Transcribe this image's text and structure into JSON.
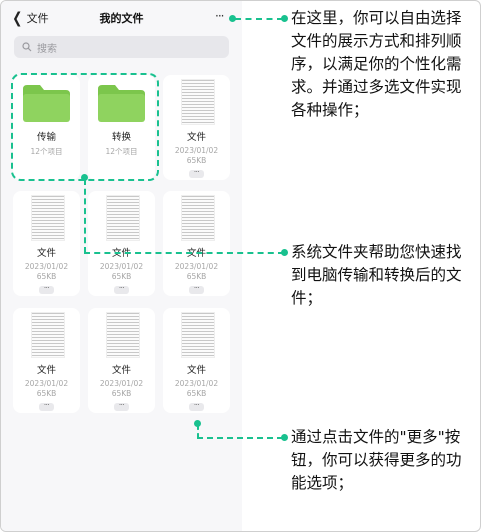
{
  "nav": {
    "back_label": "文件",
    "title": "我的文件",
    "more": "···"
  },
  "search": {
    "placeholder": "搜索"
  },
  "cards": [
    {
      "name": "传输",
      "sub1": "12个项目",
      "type": "folder"
    },
    {
      "name": "转换",
      "sub1": "12个项目",
      "type": "folder"
    },
    {
      "name": "文件",
      "sub1": "2023/01/02",
      "sub2": "65KB",
      "type": "file"
    },
    {
      "name": "文件",
      "sub1": "2023/01/02",
      "sub2": "65KB",
      "type": "file"
    },
    {
      "name": "文件",
      "sub1": "2023/01/02",
      "sub2": "65KB",
      "type": "file"
    },
    {
      "name": "文件",
      "sub1": "2023/01/02",
      "sub2": "65KB",
      "type": "file"
    },
    {
      "name": "文件",
      "sub1": "2023/01/02",
      "sub2": "65KB",
      "type": "file"
    },
    {
      "name": "文件",
      "sub1": "2023/01/02",
      "sub2": "65KB",
      "type": "file"
    },
    {
      "name": "文件",
      "sub1": "2023/01/02",
      "sub2": "65KB",
      "type": "file"
    }
  ],
  "card_more": "···",
  "annotations": {
    "sort": "在这里，你可以自由选择文件的展示方式和排列顺序，以满足你的个性化需求。并通过多选文件实现各种操作；",
    "folders": "系统文件夹帮助您快速找到电脑传输和转换后的文件；",
    "more": "通过点击文件的\"更多\"按钮，你可以获得更多的功能选项；"
  },
  "colors": {
    "accent": "#19c18f",
    "folder": "#8fd35f",
    "folder_tab": "#7cc64c"
  },
  "icons": [
    "chevron-left-icon",
    "search-icon",
    "folder-icon",
    "document-thumbnail"
  ]
}
